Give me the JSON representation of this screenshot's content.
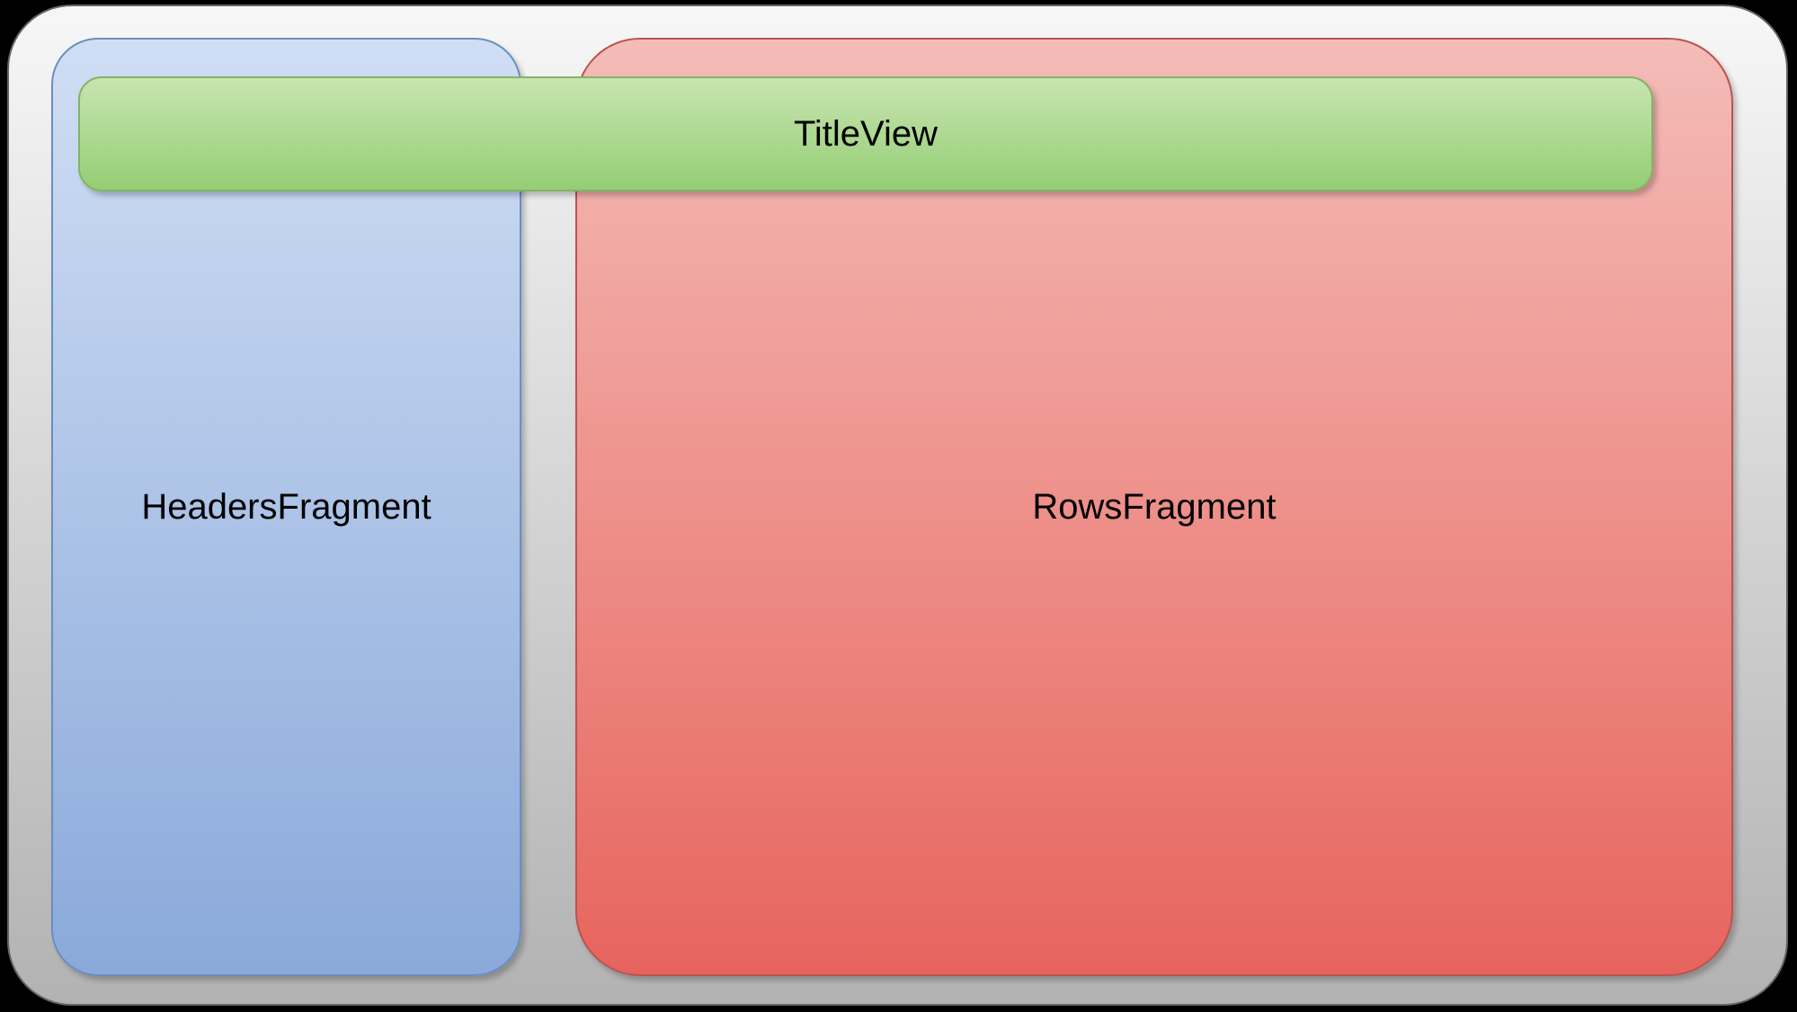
{
  "diagram": {
    "title_label": "TitleView",
    "headers_label": "HeadersFragment",
    "rows_label": "RowsFragment"
  },
  "colors": {
    "background": "#000000",
    "container_top": "#f7f7f7",
    "container_bottom": "#b2b2b2",
    "container_border": "#666666",
    "blue_top": "#d0def4",
    "blue_bottom": "#8aa9da",
    "blue_border": "#6c8ebf",
    "red_top": "#f4bcb8",
    "red_bottom": "#e7645d",
    "red_border": "#b85450",
    "green_top": "#c9e4b1",
    "green_bottom": "#94ce74",
    "green_border": "#82b366",
    "text": "#000000"
  }
}
